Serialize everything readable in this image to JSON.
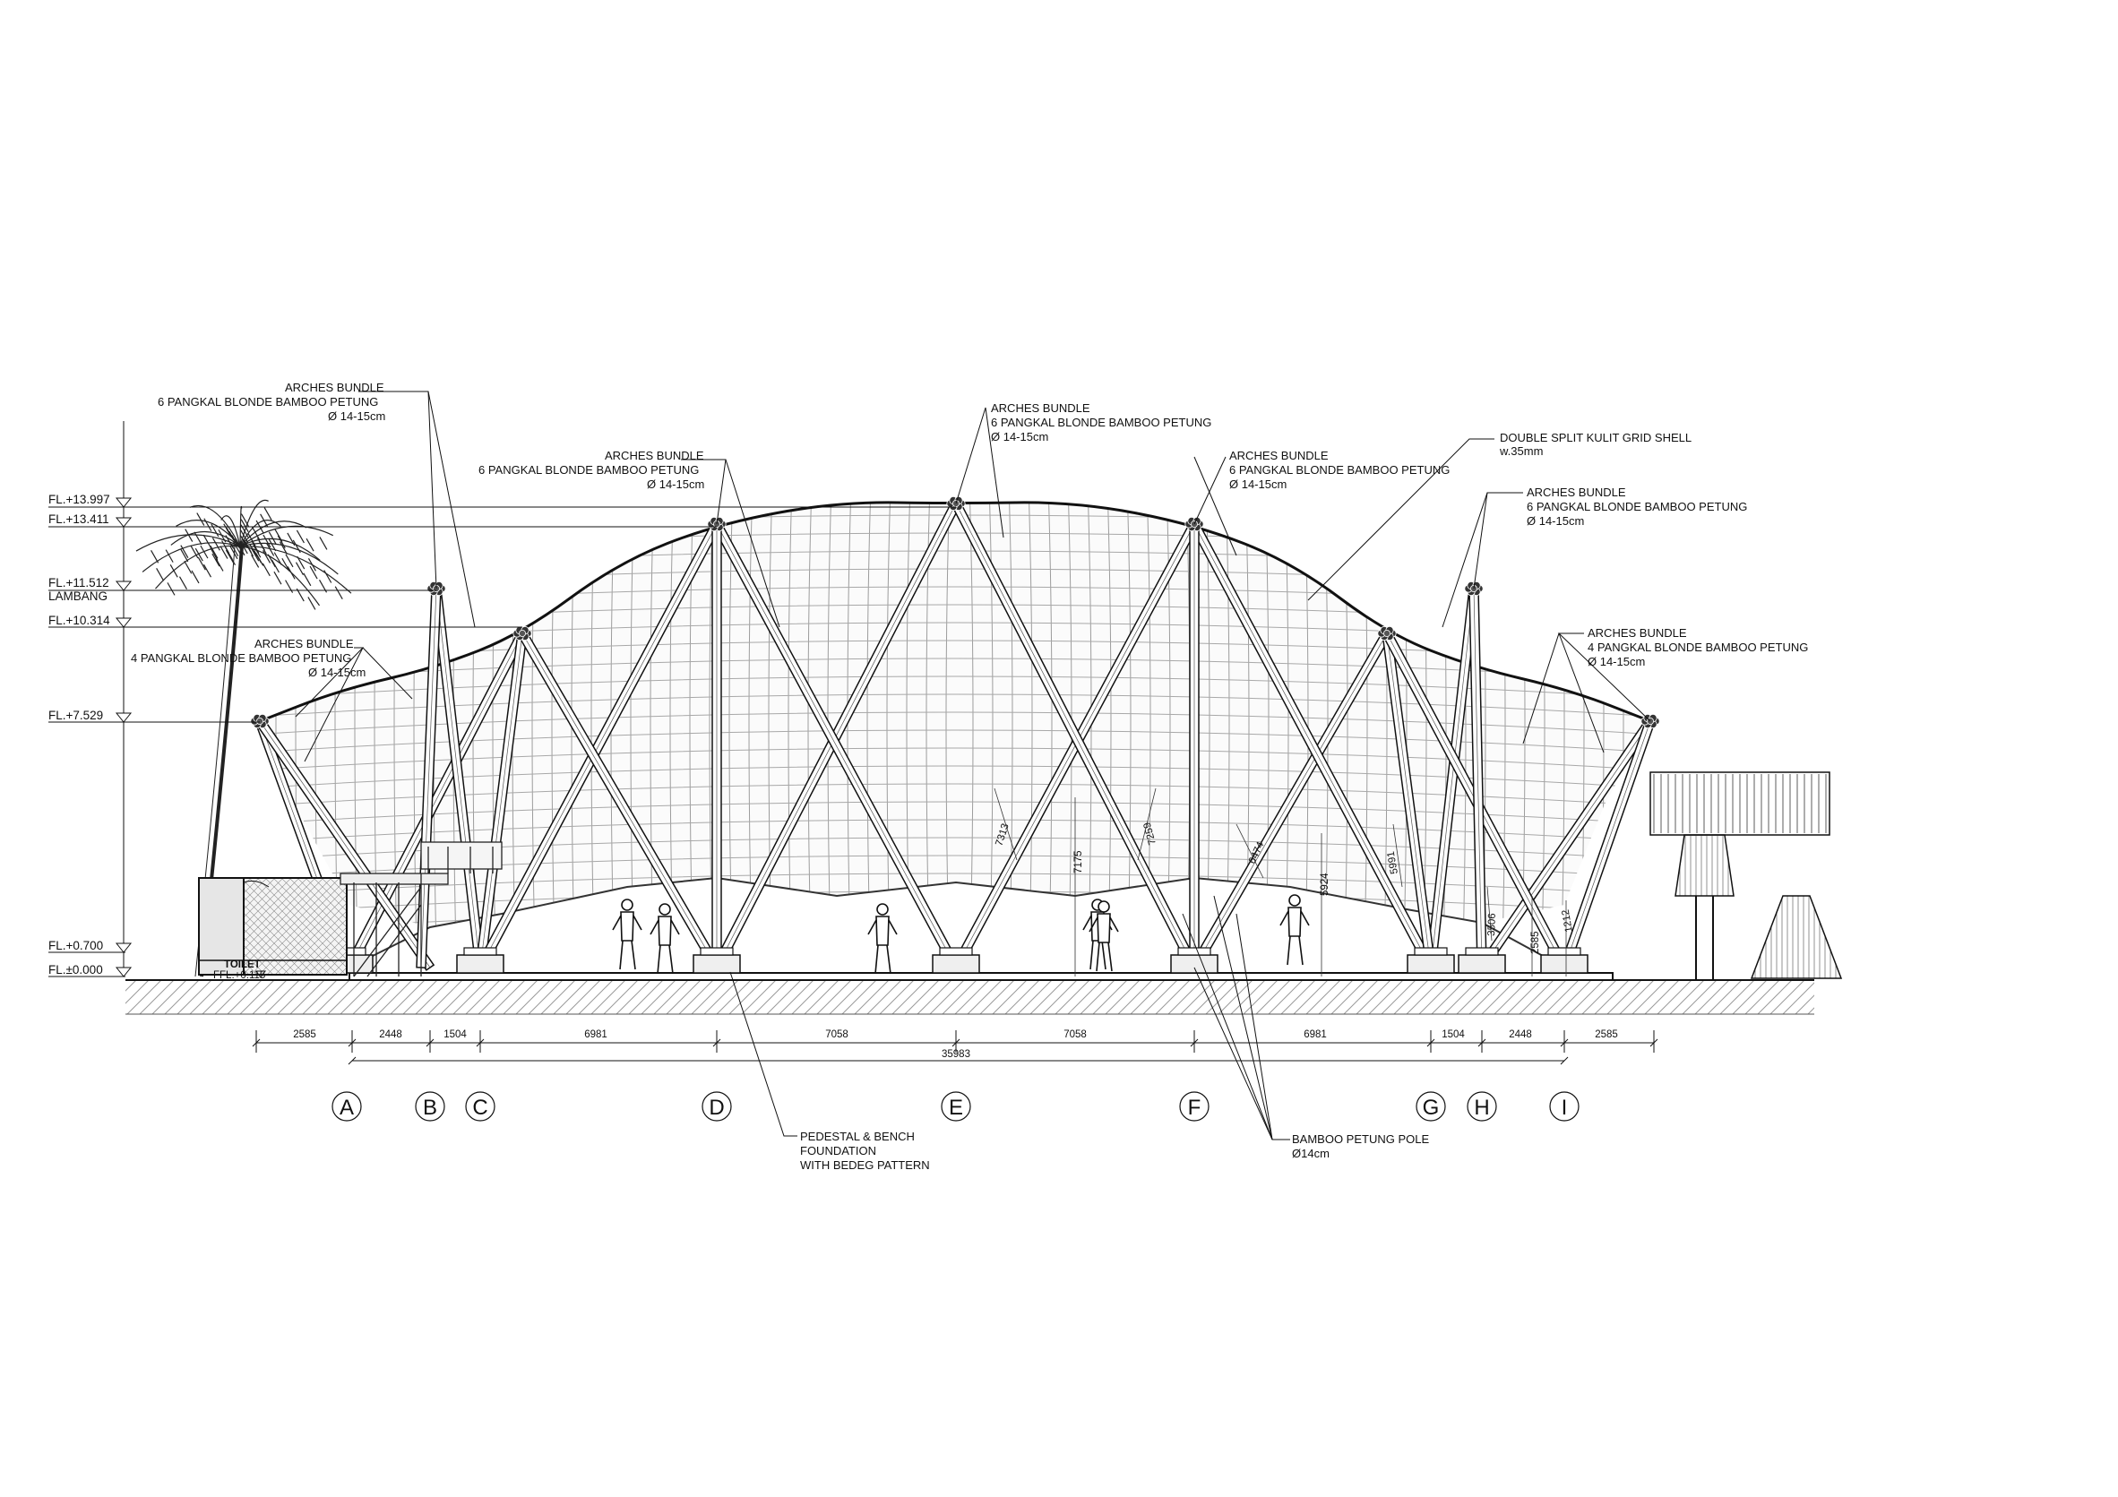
{
  "levels": [
    {
      "text": "FL.+13.997"
    },
    {
      "text": "FL.+13.411"
    },
    {
      "text": "FL.+11.512",
      "sub": "LAMBANG"
    },
    {
      "text": "FL.+10.314"
    },
    {
      "text": "FL.+7.529"
    },
    {
      "text": "FL.+0.700"
    },
    {
      "text": "FL.±0.000"
    }
  ],
  "annotations": {
    "arch_left_top": [
      "ARCHES BUNDLE",
      "6 PANGKAL BLONDE BAMBOO PETUNG",
      "Ø 14-15cm"
    ],
    "arch_left_inner": [
      "ARCHES BUNDLE",
      "6 PANGKAL BLONDE BAMBOO PETUNG",
      "Ø 14-15cm"
    ],
    "arch_center": [
      "ARCHES BUNDLE",
      "6 PANGKAL BLONDE BAMBOO PETUNG",
      "Ø 14-15cm"
    ],
    "arch_right_inner": [
      "ARCHES BUNDLE",
      "6 PANGKAL BLONDE BAMBOO PETUNG",
      "Ø 14-15cm"
    ],
    "grid_shell": [
      "DOUBLE SPLIT KULIT GRID SHELL",
      "w.35mm"
    ],
    "arch_right_top": [
      "ARCHES BUNDLE",
      "6 PANGKAL BLONDE BAMBOO PETUNG",
      "Ø 14-15cm"
    ],
    "arch_left_outer": [
      "ARCHES BUNDLE",
      "4 PANGKAL BLONDE BAMBOO PETUNG",
      "Ø 14-15cm"
    ],
    "arch_right_outer": [
      "ARCHES BUNDLE",
      "4 PANGKAL BLONDE BAMBOO PETUNG",
      "Ø 14-15cm"
    ],
    "pedestal": [
      "PEDESTAL & BENCH",
      "FOUNDATION",
      "WITH BEDEG PATTERN"
    ],
    "pole": [
      "BAMBOO PETUNG POLE",
      "Ø14cm"
    ],
    "toilet": [
      "TOILET",
      "FFL.+0.115"
    ]
  },
  "interior_dims": [
    "7313",
    "7175",
    "7259",
    "6474",
    "5924",
    "5991",
    "3506",
    "2585",
    "1212"
  ],
  "dimensions": {
    "spans": [
      "2585",
      "2448",
      "1504",
      "6981",
      "7058",
      "7058",
      "6981",
      "1504",
      "2448",
      "2585"
    ],
    "total": "35983"
  },
  "grid_lines": [
    "A",
    "B",
    "C",
    "D",
    "E",
    "F",
    "G",
    "H",
    "I"
  ]
}
